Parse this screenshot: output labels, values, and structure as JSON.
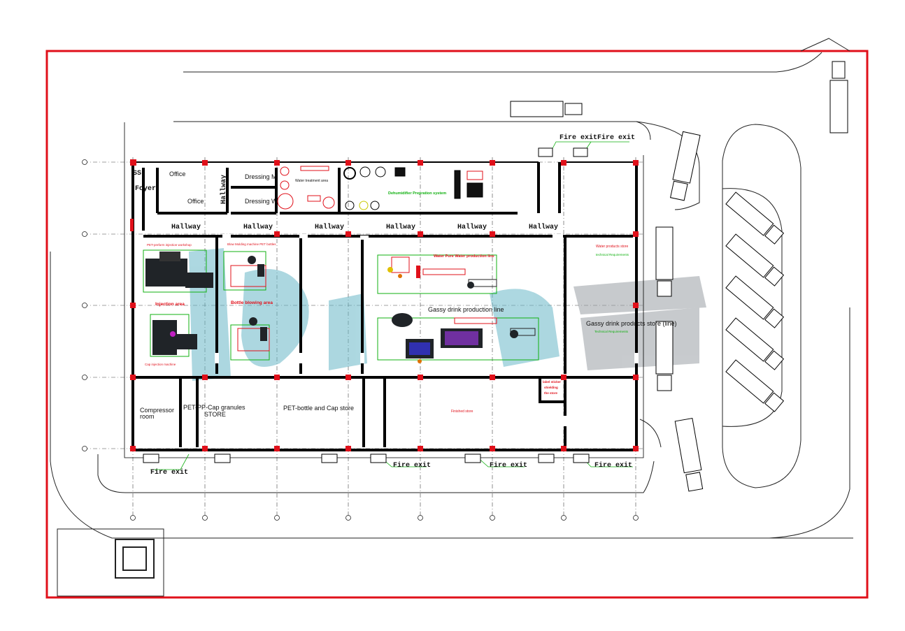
{
  "labels": {
    "ss": "SS",
    "foyer": "Foyer",
    "office_1": "Office",
    "office_2": "Office",
    "hallway_side": "Hallway",
    "dressing_m": "Dressing M",
    "dressing_w": "Dressing W",
    "hallway": [
      "Hallway",
      "Hallway",
      "Hallway",
      "Hallway",
      "Hallway",
      "Hallway"
    ],
    "fire_exit_top": "Fire exitFire exit",
    "fire_exit_bottom": [
      "Fire exit",
      "Fire exit",
      "Fire exit",
      "Fire exit"
    ],
    "compressor_room": [
      "Compressor",
      "room"
    ],
    "pet_pp_store": [
      "PET-PP-Cap granules",
      "STORE"
    ],
    "pet_bottle_store": "PET-bottle and Cap store",
    "water_treatment": "Water treatment area",
    "dehumidifier": "Dehumidifier Prepration system",
    "pet_preform": "PET-preform injection workshop",
    "blow_molding": "Blow Molding machine PET bottles",
    "injection_area": "Injection area",
    "bottle_blowing": "Bottle blowing area",
    "cap_injection": "Cap injection machine",
    "water_line": "Water Pure Water production line",
    "gassy_drinks_line": "Gassy drink production line",
    "water_store": "Water products store",
    "technical_req": "technical Requirements",
    "gassy_store": "Gassy drink products store (line)",
    "technical_req_2": "Technical Requirements",
    "finished_store": "Finished store",
    "label_shielding": [
      "label sticker",
      "shielding",
      "the store"
    ]
  },
  "colors": {
    "border": "#e0101a",
    "wall": "#000000",
    "column": "#e0101a",
    "annotation_red": "#e0101a",
    "annotation_green": "#10b010",
    "watermark": "#6ab8c8"
  }
}
